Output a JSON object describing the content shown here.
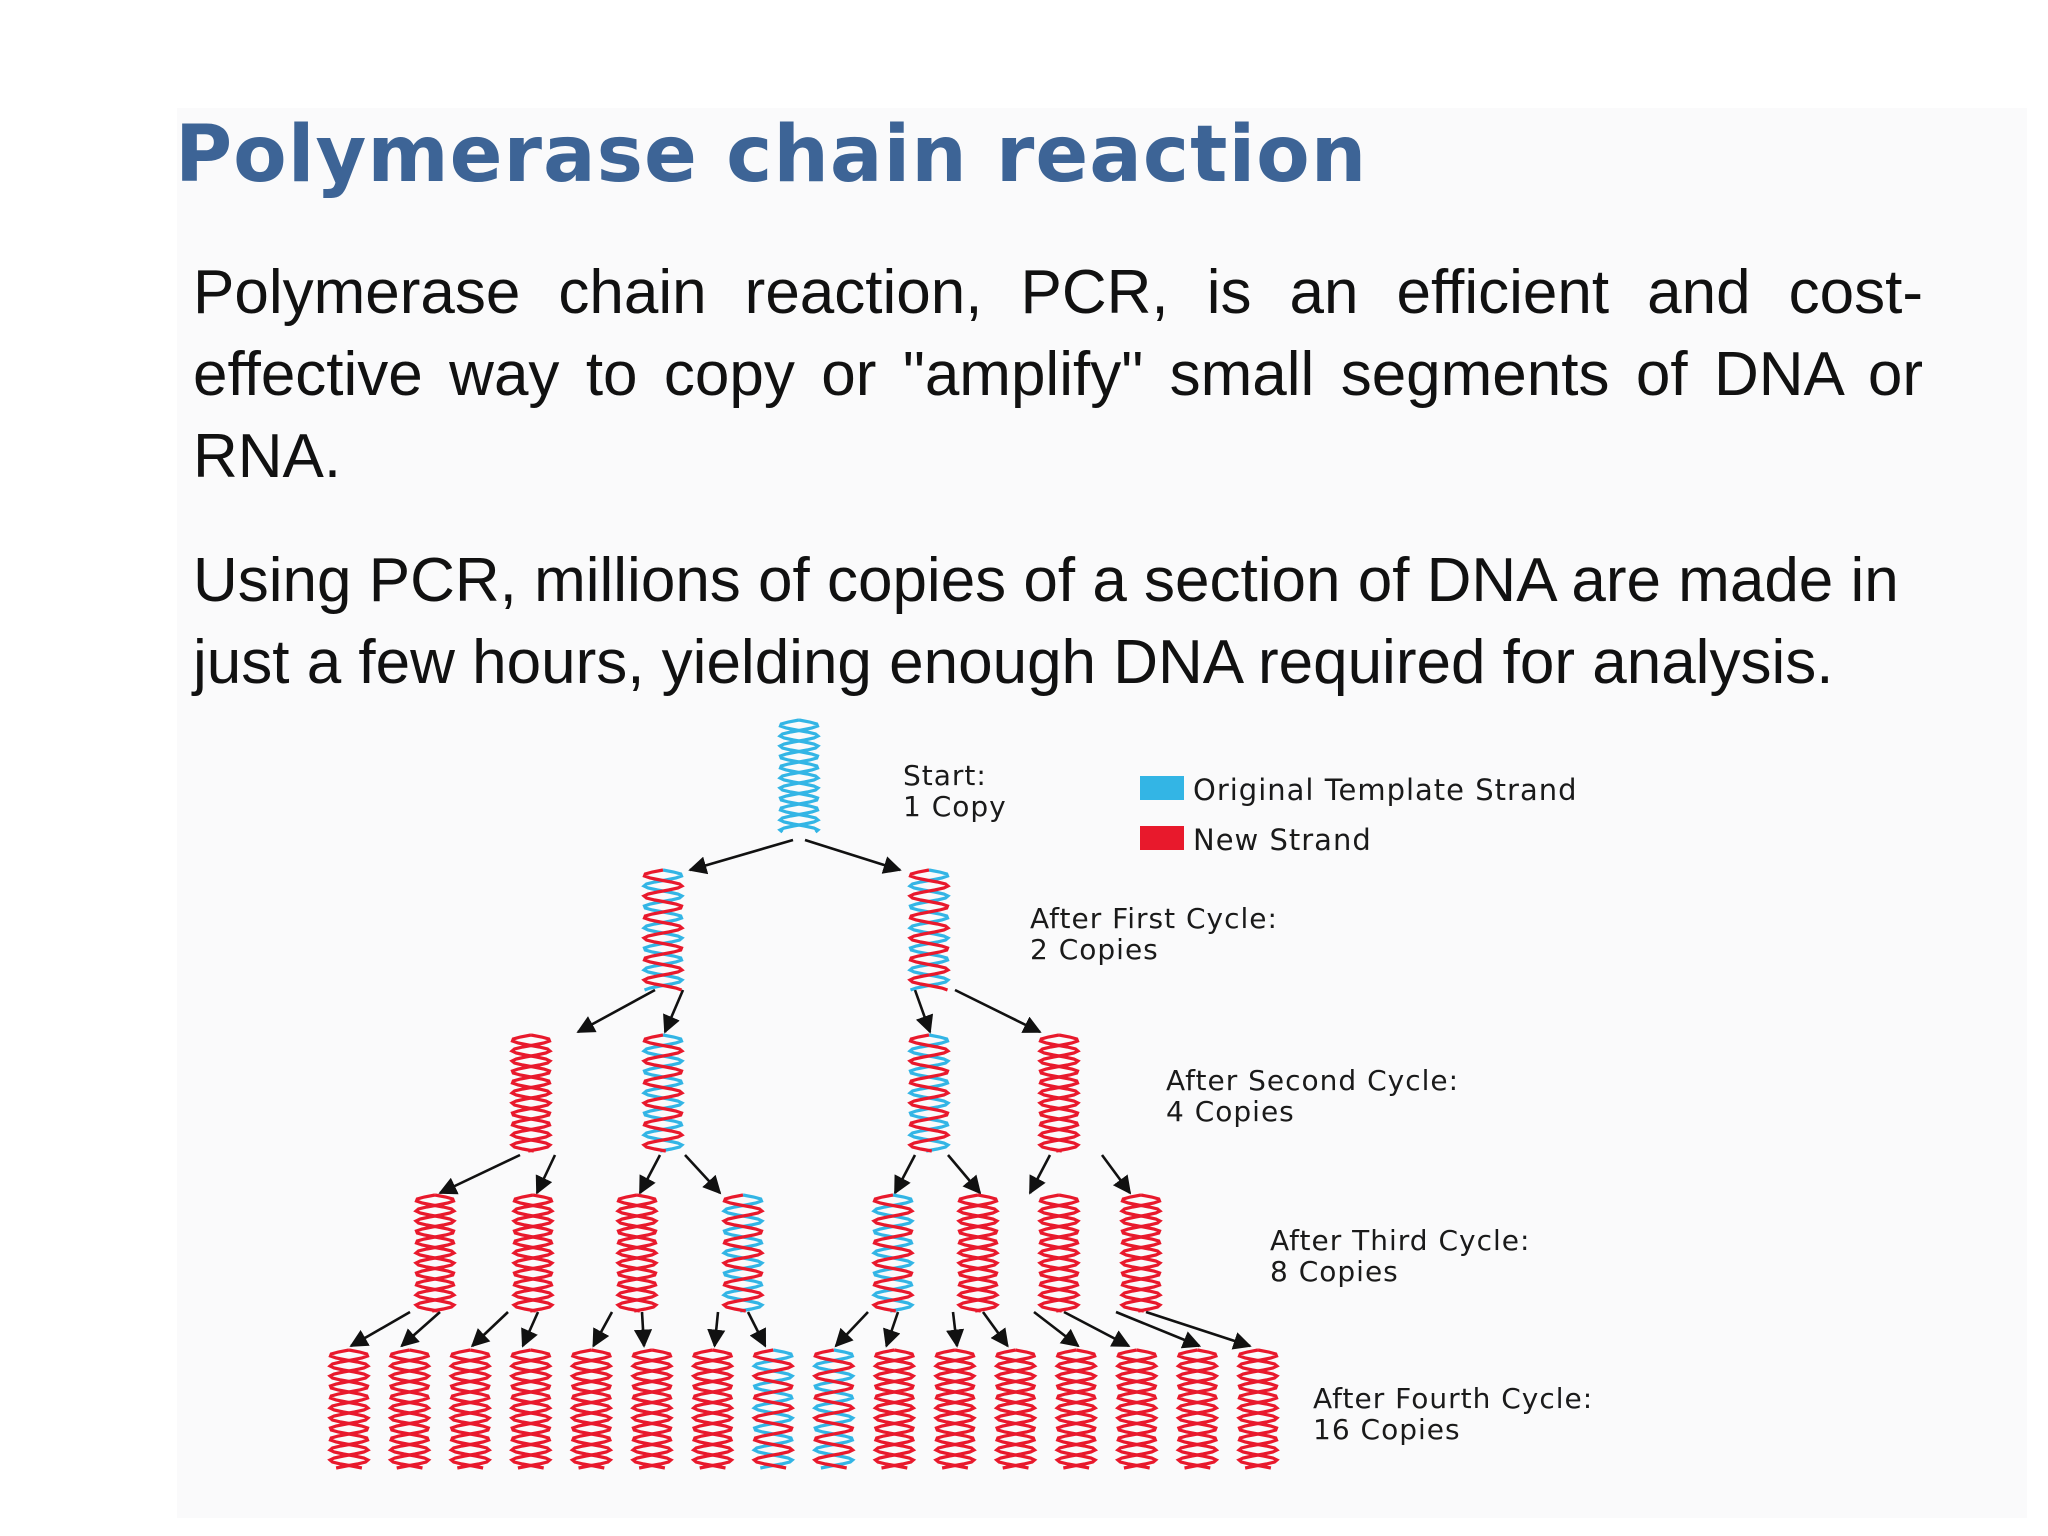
{
  "slide": {
    "title": "Polymerase chain reaction",
    "paragraph1": "Polymerase chain reaction, PCR, is an efficient and cost-effective way to copy or \"amplify\" small segments of DNA or RNA.",
    "paragraph2": "Using PCR, millions of copies of a section of DNA are made in just a few hours, yielding enough DNA required for analysis."
  },
  "diagram": {
    "legend": [
      {
        "label": "Original Template Strand",
        "color": "#33b5e5"
      },
      {
        "label": "New Strand",
        "color": "#e8192c"
      }
    ],
    "stages": [
      {
        "line1": "Start:",
        "line2": "1 Copy"
      },
      {
        "line1": "After First Cycle:",
        "line2": "2 Copies"
      },
      {
        "line1": "After Second Cycle:",
        "line2": "4 Copies"
      },
      {
        "line1": "After Third Cycle:",
        "line2": "8 Copies"
      },
      {
        "line1": "After Fourth Cycle:",
        "line2": "16 Copies"
      }
    ]
  }
}
